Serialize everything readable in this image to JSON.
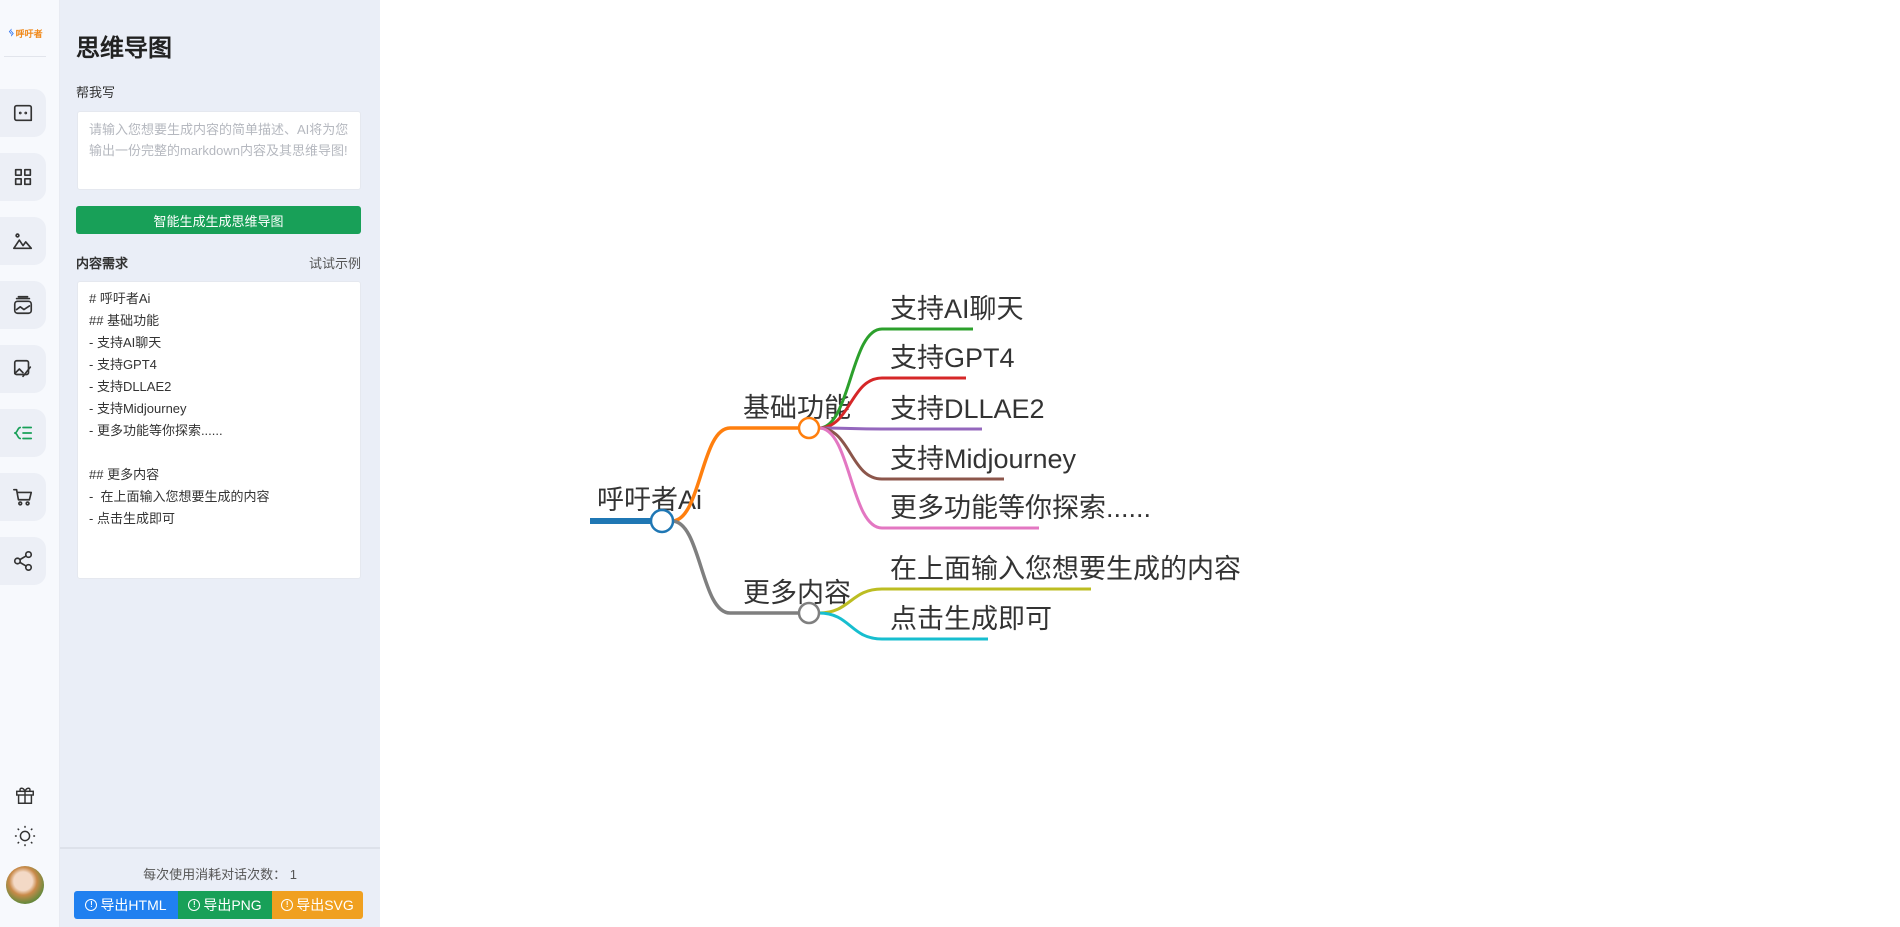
{
  "app": {
    "logo_text": "呼吁者"
  },
  "rail": {
    "items": [
      {
        "name": "chat-icon"
      },
      {
        "name": "apps-icon"
      },
      {
        "name": "image-icon"
      },
      {
        "name": "gallery-icon"
      },
      {
        "name": "image-edit-icon"
      },
      {
        "name": "mindmap-icon",
        "active": true
      },
      {
        "name": "cart-icon"
      },
      {
        "name": "share-icon"
      }
    ],
    "bottom": [
      "gift-icon",
      "sun-icon",
      "avatar"
    ]
  },
  "panel": {
    "title": "思维导图",
    "help_label": "帮我写",
    "prompt_placeholder": "请输入您想要生成内容的简单描述、AI将为您输出一份完整的markdown内容及其思维导图!",
    "generate_label": "智能生成生成思维导图",
    "content_label": "内容需求",
    "example_link": "试试示例",
    "markdown": "# 呼吁者Ai\n## 基础功能\n- 支持AI聊天\n- 支持GPT4\n- 支持DLLAE2\n- 支持Midjourney\n- 更多功能等你探索......\n\n## 更多内容\n-  在上面输入您想要生成的内容\n- 点击生成即可",
    "usage_text": "每次使用消耗对话次数：  1",
    "export": [
      {
        "label": "导出HTML",
        "color": "#2080f0"
      },
      {
        "label": "导出PNG",
        "color": "#18a058"
      },
      {
        "label": "导出SVG",
        "color": "#f0a020"
      }
    ]
  },
  "mindmap": {
    "root": {
      "label": "呼吁者Ai",
      "color": "#1f77b4"
    },
    "branches": [
      {
        "label": "基础功能",
        "color": "#ff7f0e",
        "children": [
          {
            "label": "支持AI聊天",
            "color": "#2ca02c"
          },
          {
            "label": "支持GPT4",
            "color": "#d62728"
          },
          {
            "label": "支持DLLAE2",
            "color": "#9467bd"
          },
          {
            "label": "支持Midjourney",
            "color": "#8c564b"
          },
          {
            "label": "更多功能等你探索......",
            "color": "#e377c2"
          }
        ]
      },
      {
        "label": "更多内容",
        "color": "#7f7f7f",
        "children": [
          {
            "label": "在上面输入您想要生成的内容",
            "color": "#bcbd22"
          },
          {
            "label": "点击生成即可",
            "color": "#17becf"
          }
        ]
      }
    ]
  }
}
